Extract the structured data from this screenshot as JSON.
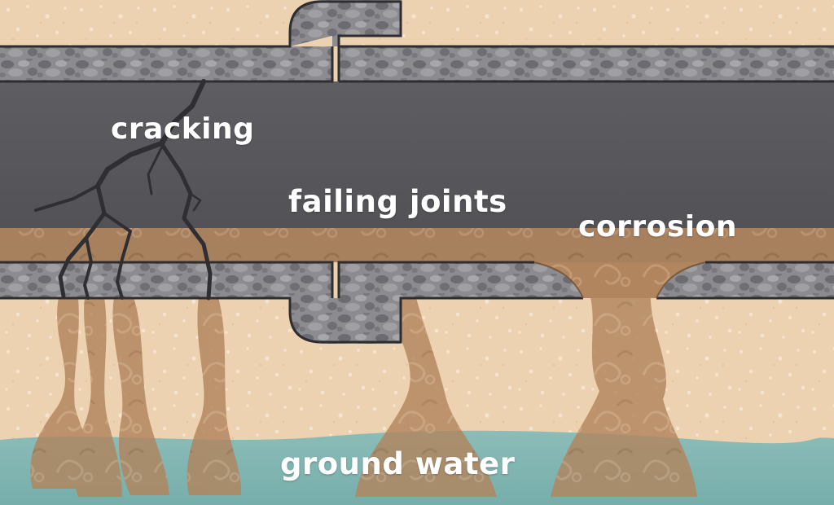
{
  "labels": {
    "cracking": "cracking",
    "failing_joints": "failing joints",
    "corrosion": "corrosion",
    "ground_water": "ground water"
  },
  "colors": {
    "soil": "#ecd2b0",
    "soil_speck": "#f7e7d3",
    "pipe_wall": "#8c8c90",
    "pipe_stone_dark": "#6a6a70",
    "pipe_stone_light": "#a9a9ad",
    "pipe_interior": "#58585c",
    "pipe_interior_top": "#6c6c70",
    "sewage": "#b1855e",
    "outline": "#2e2e30",
    "crack": "#2f2f33",
    "ground_water": "#7fb4b2",
    "label_text": "#ffffff"
  }
}
